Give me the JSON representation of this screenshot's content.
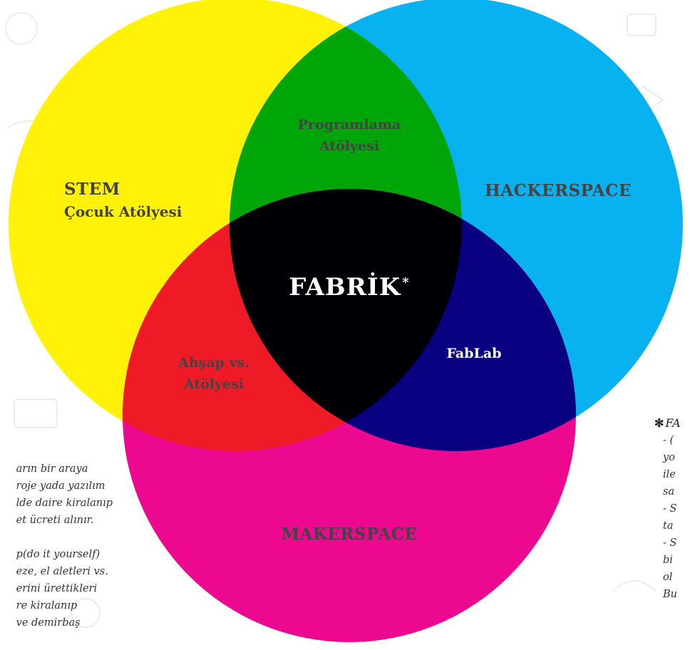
{
  "colors": {
    "stem": "#FFF200",
    "hackerspace": "#00AEEF",
    "makerspace": "#EC008C",
    "programlama": "#00A500",
    "ahsap": "#ED1C24",
    "fablab": "#000080",
    "fabrik": "#000000",
    "text_dark": "#444444",
    "text_light": "#ffffff"
  },
  "diagram": {
    "stem_title": "STEM",
    "stem_subtitle": "Çocuk Atölyesi",
    "hackerspace": "HACKERSPACE",
    "makerspace": "MAKERSPACE",
    "programlama_line1": "Programlama",
    "programlama_line2": "Atölyesi",
    "ahsap_line1": "Ahşap vs.",
    "ahsap_line2": "Atölyesi",
    "fablab": "FabLab",
    "center": "FABRİK",
    "center_mark": "*"
  },
  "left_note": [
    "arın bir araya",
    "roje yada yazılım",
    "lde daire kiralanıp",
    "et ücreti alınır.",
    "",
    "p(do it yourself)",
    "eze, el aletleri vs.",
    "erini ürettikleri",
    "re kiralanıp",
    "ve demirbaş"
  ],
  "right_note": {
    "head": "FA",
    "star": "✻",
    "lines": [
      "- (",
      "yo",
      "ile",
      "sa",
      "- S",
      "ta",
      "- S",
      "bi",
      "ol",
      "Bu"
    ]
  }
}
